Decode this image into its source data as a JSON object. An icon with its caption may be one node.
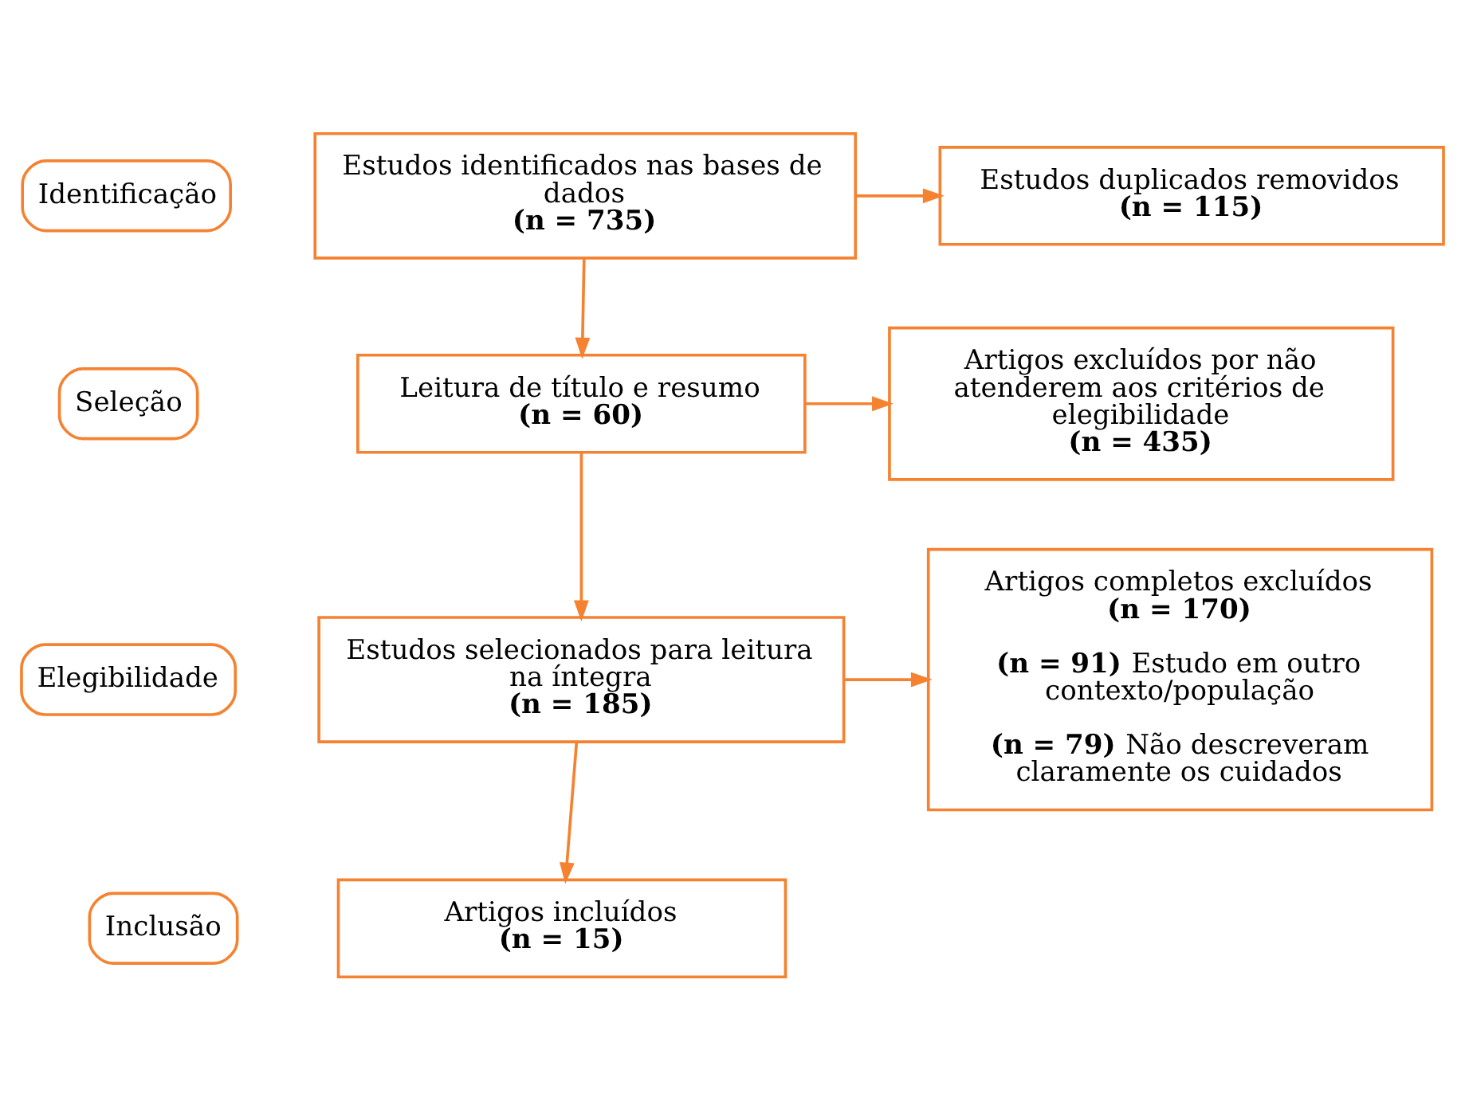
{
  "diagram": {
    "nodes": [
      {
        "text": [
          "Identificação"
        ]
      },
      {
        "text": [
          "Estudos identificados nas bases de dados",
          "(n = 735)"
        ]
      },
      {
        "text": [
          "Estudos duplicados removidos",
          "(n = 115)"
        ]
      },
      {
        "text": [
          "Seleção"
        ]
      },
      {
        "text": [
          "Leitura de título e resumo",
          "(n = 60)"
        ]
      },
      {
        "text": [
          "Artigos excluídos por não atenderem aos critérios de elegibilidade",
          "(n = 435)"
        ]
      },
      {
        "text": [
          "Elegibilidade"
        ]
      },
      {
        "text": [
          "Estudos selecionados para leitura na íntegra",
          "(n = 185)"
        ]
      },
      {
        "text": [
          "Artigos completos excluídos",
          "(n = 170)",
          "**(n = 91)** Estudo em outro contexto/população",
          "**(n = 79)** Não descreveram claramente os cuidados"
        ]
      },
      {
        "text": [
          "Inclusão"
        ]
      },
      {
        "text": [
          "Artigos incluídos",
          "(n = 15)"
        ]
      }
    ],
    "edges": [
      {
        "from": 1,
        "to": 2,
        "arrow": "to"
      },
      {
        "from": 1,
        "to": 4,
        "arrow": "to"
      },
      {
        "from": 4,
        "to": 5,
        "arrow": "to"
      },
      {
        "from": 4,
        "to": 7,
        "arrow": "to"
      },
      {
        "from": 7,
        "to": 8,
        "arrow": "to"
      },
      {
        "from": 7,
        "to": 10,
        "arrow": "to"
      }
    ]
  }
}
